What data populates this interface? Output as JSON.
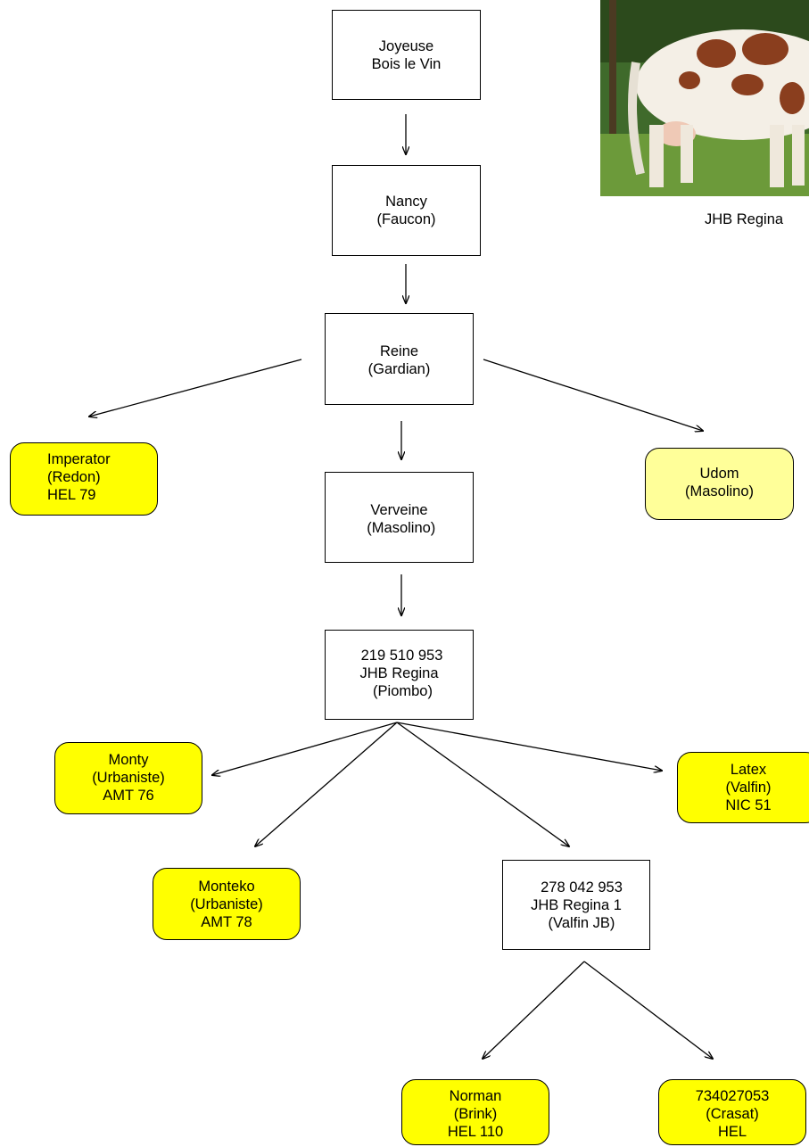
{
  "nodes": {
    "joyeuse": {
      "lines": [
        "Joyeuse",
        "Bois le Vin"
      ]
    },
    "nancy": {
      "lines": [
        "Nancy",
        "(Faucon)"
      ]
    },
    "reine": {
      "lines": [
        "Reine",
        "(Gardian)"
      ]
    },
    "imperator": {
      "lines": [
        "Imperator",
        "(Redon)",
        "HEL 79"
      ]
    },
    "udom": {
      "lines": [
        "Udom",
        "(Masolino)"
      ]
    },
    "verveine": {
      "lines": [
        "Verveine",
        " (Masolino)"
      ]
    },
    "regina": {
      "lines": [
        "219 510 953",
        "JHB Regina",
        "(Piombo)"
      ]
    },
    "monty": {
      "lines": [
        "Monty",
        "(Urbaniste)",
        "AMT 76"
      ]
    },
    "latex": {
      "lines": [
        "Latex",
        "(Valfin)",
        "NIC 51"
      ]
    },
    "monteko": {
      "lines": [
        "Monteko",
        "(Urbaniste)",
        "AMT 78"
      ]
    },
    "regina1": {
      "lines": [
        "278 042 953",
        "JHB Regina 1",
        "(Valfin JB)"
      ]
    },
    "norman": {
      "lines": [
        "Norman",
        "(Brink)",
        "HEL 110"
      ]
    },
    "crasat": {
      "lines": [
        "734027053",
        "(Crasat)",
        "HEL"
      ]
    }
  },
  "photo": {
    "caption": "JHB Regina",
    "subject": "cow-photo"
  },
  "colors": {
    "bull_fill": "#ffff00",
    "bull_fill_pale": "#ffff99",
    "cow_fill": "#ffffff",
    "line": "#000000"
  }
}
